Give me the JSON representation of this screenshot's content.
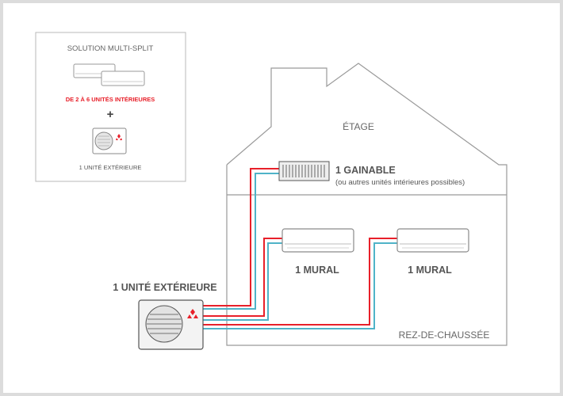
{
  "legend": {
    "title": "SOLUTION MULTI-SPLIT",
    "indoor_range": "DE 2 À 6 UNITÉS INTÉRIEURES",
    "plus": "+",
    "outdoor_caption": "1 UNITÉ EXTÉRIEURE"
  },
  "house": {
    "upper_floor": "ÉTAGE",
    "ground_floor": "REZ-DE-CHAUSSÉE"
  },
  "units": {
    "ducted_title": "1 GAINABLE",
    "ducted_note": "(ou autres unités intérieures possibles)",
    "wall_left": "1 MURAL",
    "wall_right": "1 MURAL",
    "outdoor_title": "1 UNITÉ EXTÉRIEURE"
  },
  "colors": {
    "pipe_hot": "#e8202a",
    "pipe_cold": "#4fb3c8",
    "accent_red": "#e8202a",
    "outline": "#9a9a9a",
    "text": "#555555"
  }
}
